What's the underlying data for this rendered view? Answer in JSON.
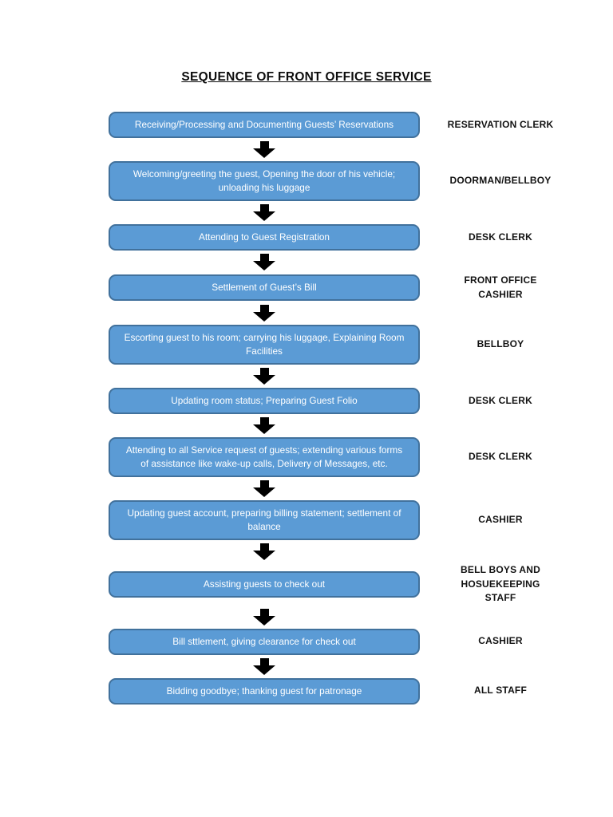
{
  "title": "SEQUENCE OF FRONT OFFICE SERVICE",
  "colors": {
    "box_fill": "#5b9bd5",
    "box_border": "#41719c",
    "box_text": "#ffffff",
    "arrow": "#000000",
    "role_text": "#121212",
    "page_background": "#ffffff"
  },
  "icons": {
    "connector": "down-block-arrow"
  },
  "steps": [
    {
      "text": "Receiving/Processing and Documenting Guests’ Reservations",
      "role_lines": [
        "RESERVATION CLERK"
      ]
    },
    {
      "text": "Welcoming/greeting the guest, Opening the door of his vehicle; unloading his luggage",
      "role_lines": [
        "DOORMAN/BELLBOY"
      ]
    },
    {
      "text": "Attending to Guest Registration",
      "role_lines": [
        "DESK CLERK"
      ]
    },
    {
      "text": "Settlement of Guest’s Bill",
      "role_lines": [
        "FRONT OFFICE",
        "CASHIER"
      ]
    },
    {
      "text": "Escorting guest to his room; carrying his luggage, Explaining Room Facilities",
      "role_lines": [
        "BELLBOY"
      ]
    },
    {
      "text": "Updating room status; Preparing Guest Folio",
      "role_lines": [
        "DESK CLERK"
      ]
    },
    {
      "text": "Attending to all Service request of guests; extending various forms of assistance like wake-up calls, Delivery of Messages, etc.",
      "role_lines": [
        "DESK CLERK"
      ]
    },
    {
      "text": "Updating guest account, preparing billing statement; settlement of balance",
      "role_lines": [
        "CASHIER"
      ]
    },
    {
      "text": "Assisting guests to check out",
      "role_lines": [
        "BELL BOYS AND",
        "HOSUEKEEPING",
        "STAFF"
      ]
    },
    {
      "text": "Bill sttlement, giving clearance for check out",
      "role_lines": [
        "CASHIER"
      ]
    },
    {
      "text": "Bidding goodbye; thanking guest for patronage",
      "role_lines": [
        "ALL STAFF"
      ]
    }
  ]
}
